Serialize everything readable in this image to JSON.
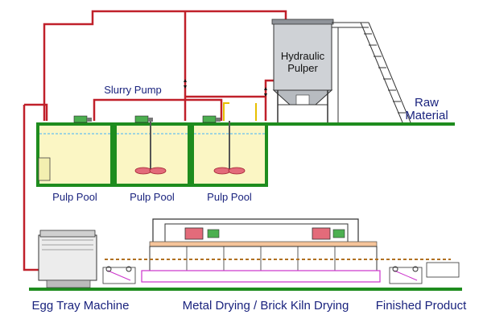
{
  "labels": {
    "hydraulic_pulper_line1": "Hydraulic",
    "hydraulic_pulper_line2": "Pulper",
    "raw_material_line1": "Raw",
    "raw_material_line2": "Material",
    "slurry_pump": "Slurry Pump",
    "pulp_pool_1": "Pulp Pool",
    "pulp_pool_2": "Pulp Pool",
    "pulp_pool_3": "Pulp Pool",
    "egg_tray_machine": "Egg Tray Machine",
    "drying_line": "Metal Drying / Brick Kiln Drying",
    "finished_product": "Finished Product"
  },
  "colors": {
    "pipe": "#c0202a",
    "pool_wall": "#1e8c1e",
    "slurry": "#fbf6c4",
    "water_line": "#7fc8e8",
    "floor": "#1e8c1e",
    "conveyor": "#cc33cc",
    "dryer_band": "#f5c49a",
    "label_text": "#1a237e"
  }
}
